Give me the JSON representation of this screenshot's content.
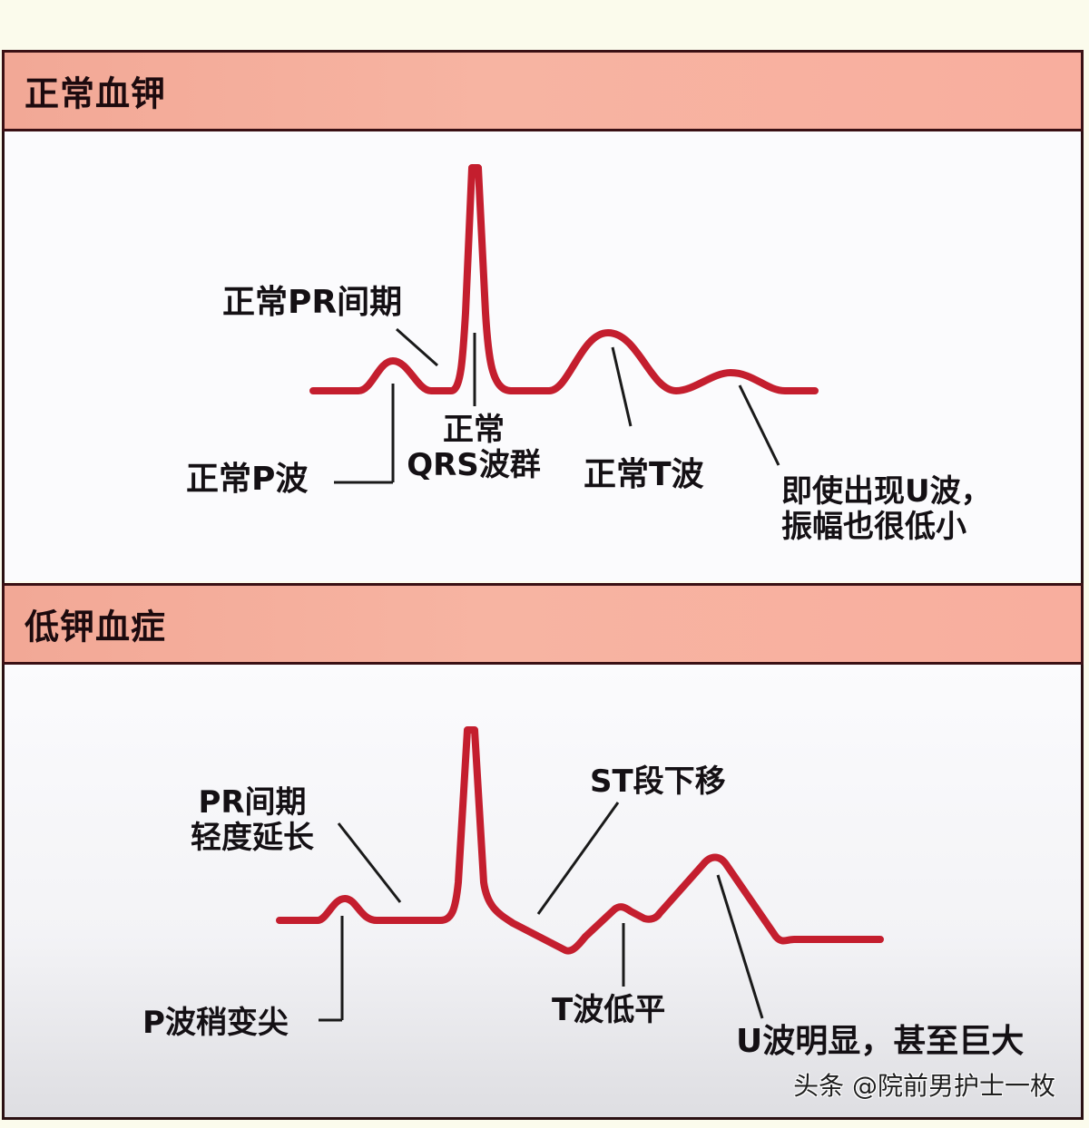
{
  "colors": {
    "background": "#fbfbec",
    "header_fill": "#f7b4a2",
    "border": "#2a1012",
    "ecg_trace": "#c41e2e",
    "leader_line": "#1a1a1a",
    "text": "#141014"
  },
  "sections": [
    {
      "id": "normal",
      "title": "正常血钾",
      "labels": {
        "pr_interval": "正常PR间期",
        "p_wave": "正常P波",
        "qrs_line1": "正常",
        "qrs_line2": "QRS波群",
        "t_wave": "正常T波",
        "u_wave_line1": "即使出现U波，",
        "u_wave_line2": "振幅也很低小"
      }
    },
    {
      "id": "hypokalemia",
      "title": "低钾血症",
      "labels": {
        "pr_line1": "PR间期",
        "pr_line2": "轻度延长",
        "p_wave": "P波稍变尖",
        "st_segment": "ST段下移",
        "t_wave": "T波低平",
        "u_wave": "U波明显，甚至巨大"
      }
    }
  ],
  "watermark": "头条 @院前男护士一枚"
}
